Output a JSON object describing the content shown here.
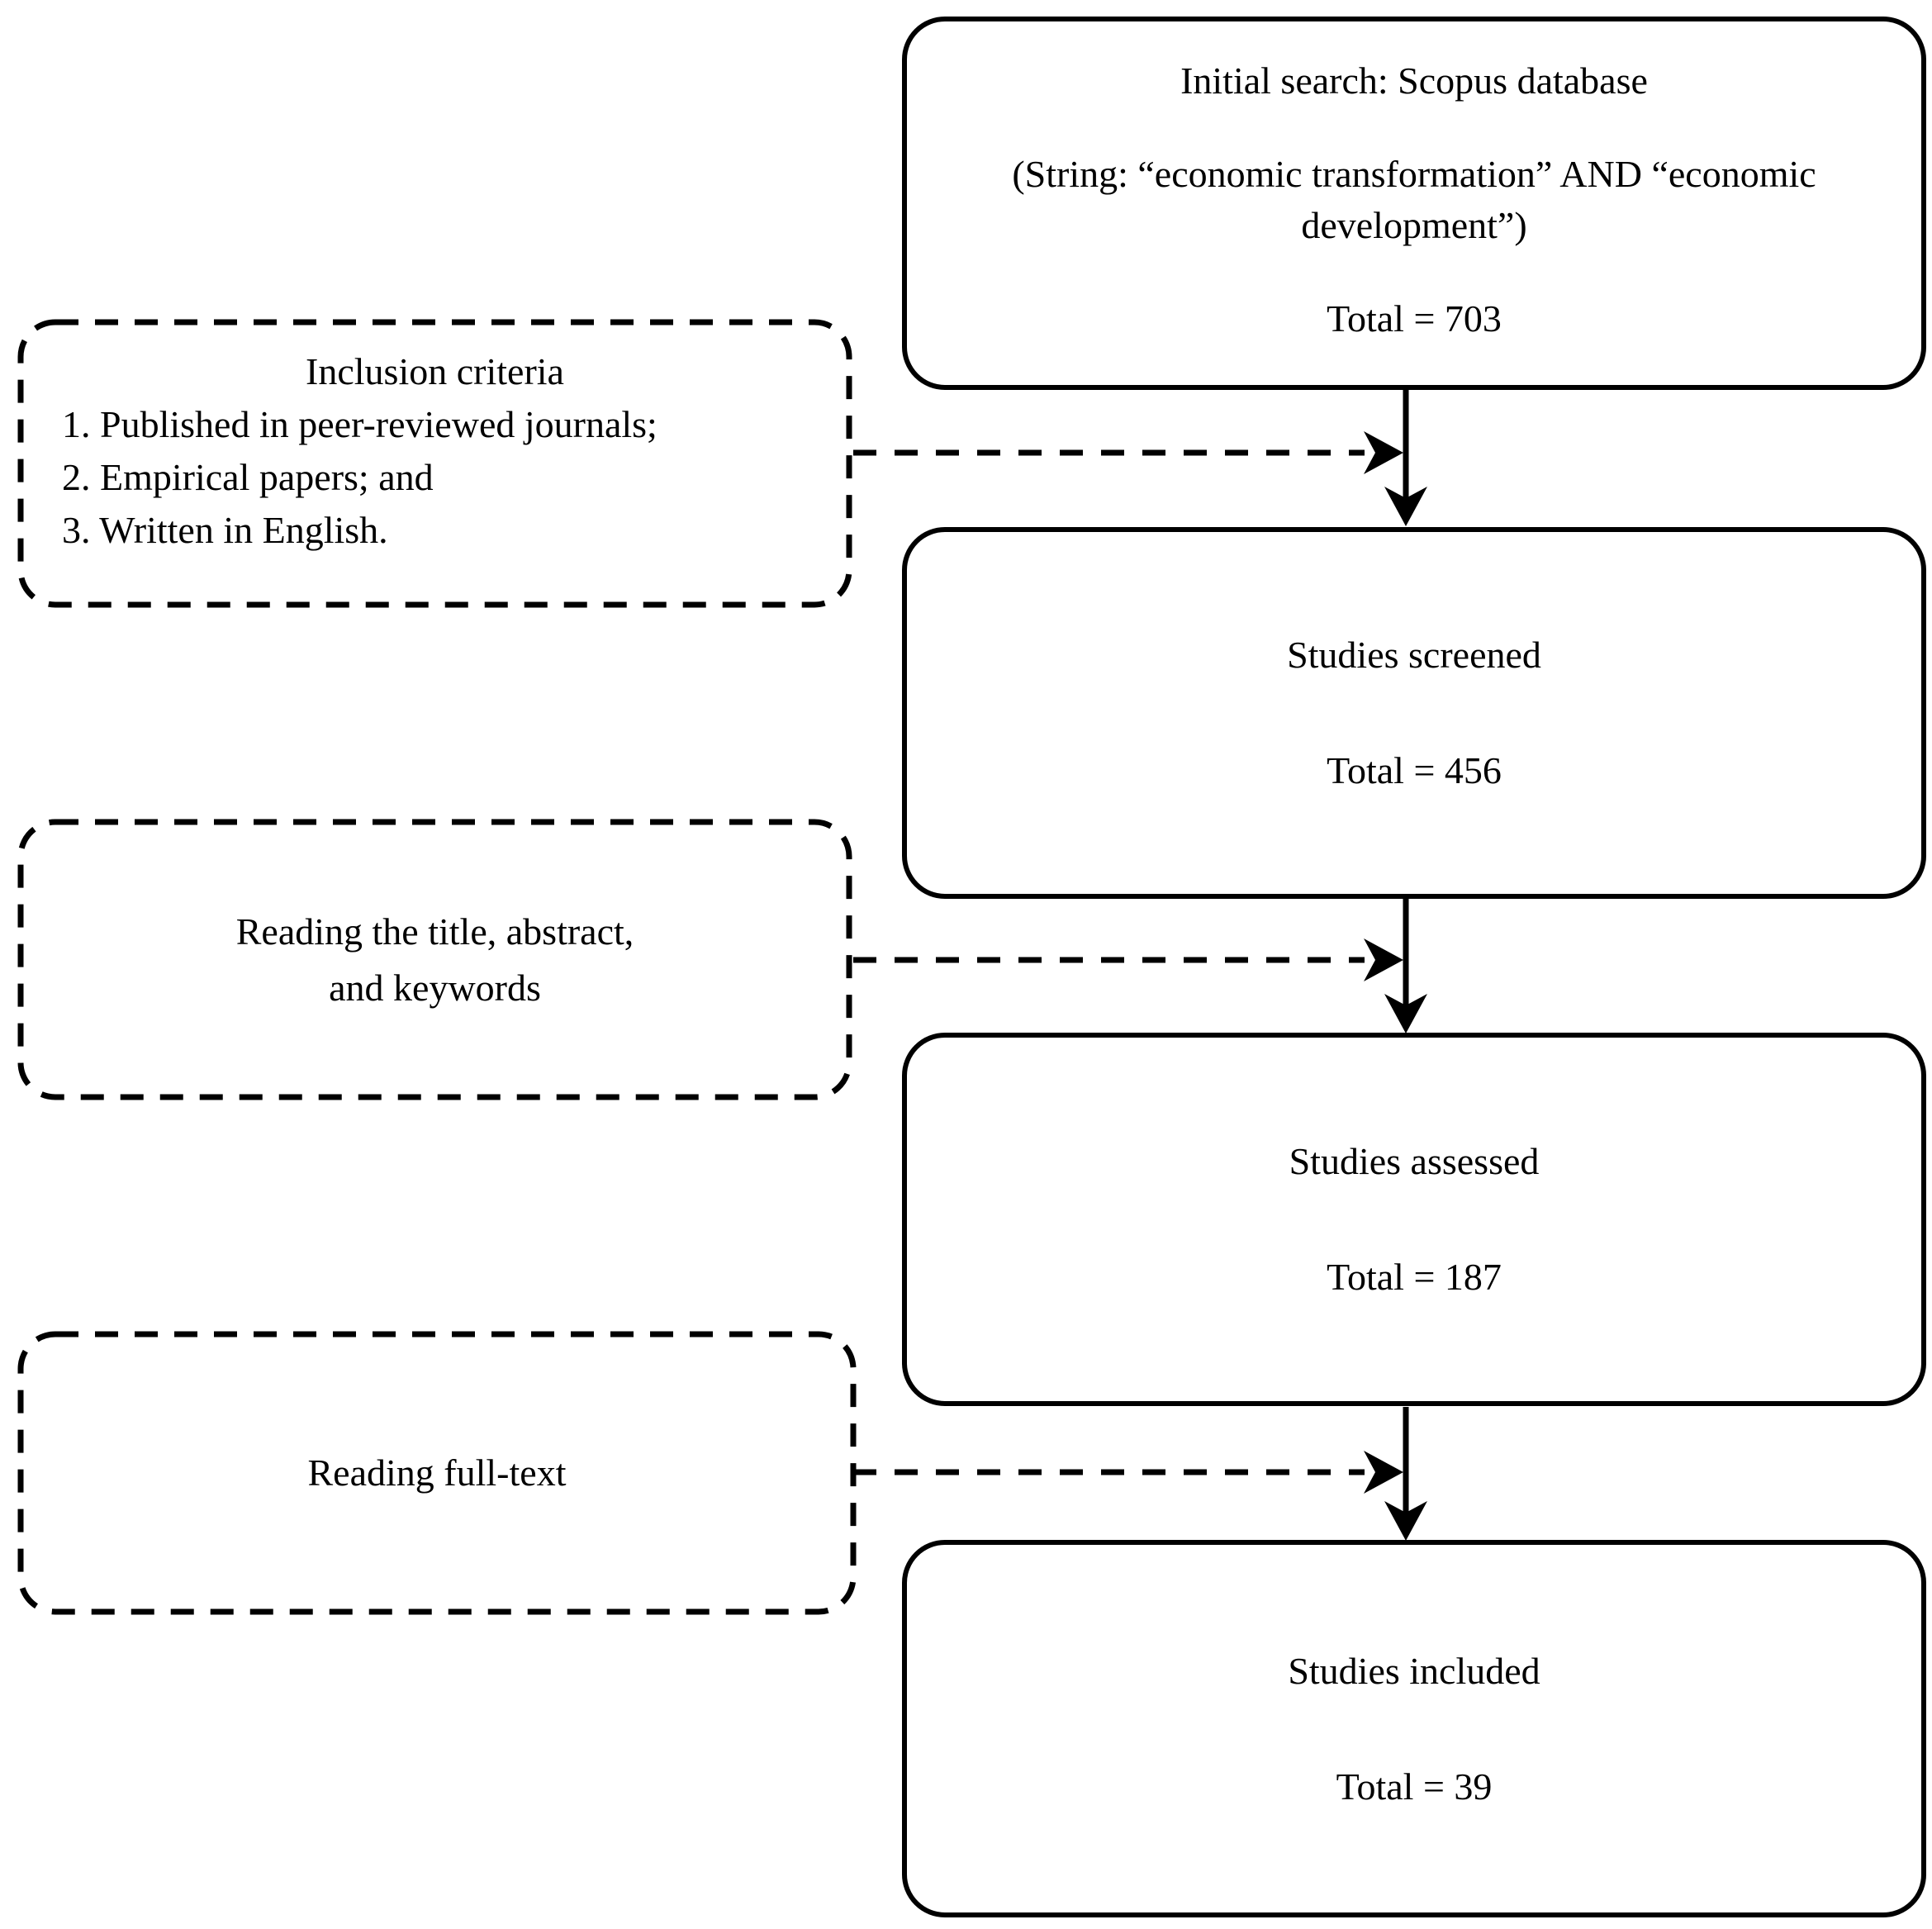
{
  "flowchart": {
    "colors": {
      "ink": "#000000",
      "background": "#ffffff"
    },
    "process_boxes": [
      {
        "title": "Initial search: Scopus database",
        "detail": "(String: “economic transformation” AND “economic development”)",
        "total": "Total = 703"
      },
      {
        "title": "Studies screened",
        "total": "Total = 456"
      },
      {
        "title": "Studies assessed",
        "total": "Total = 187"
      },
      {
        "title": "Studies included",
        "total": "Total = 39"
      }
    ],
    "criteria_boxes": [
      {
        "title": "Inclusion criteria",
        "items": [
          "1. Published in peer-reviewed journals;",
          "2. Empirical papers; and",
          "3. Written in English."
        ]
      },
      {
        "lines": [
          "Reading the title, abstract,",
          "and keywords"
        ]
      },
      {
        "lines": [
          "Reading full-text"
        ]
      }
    ]
  }
}
